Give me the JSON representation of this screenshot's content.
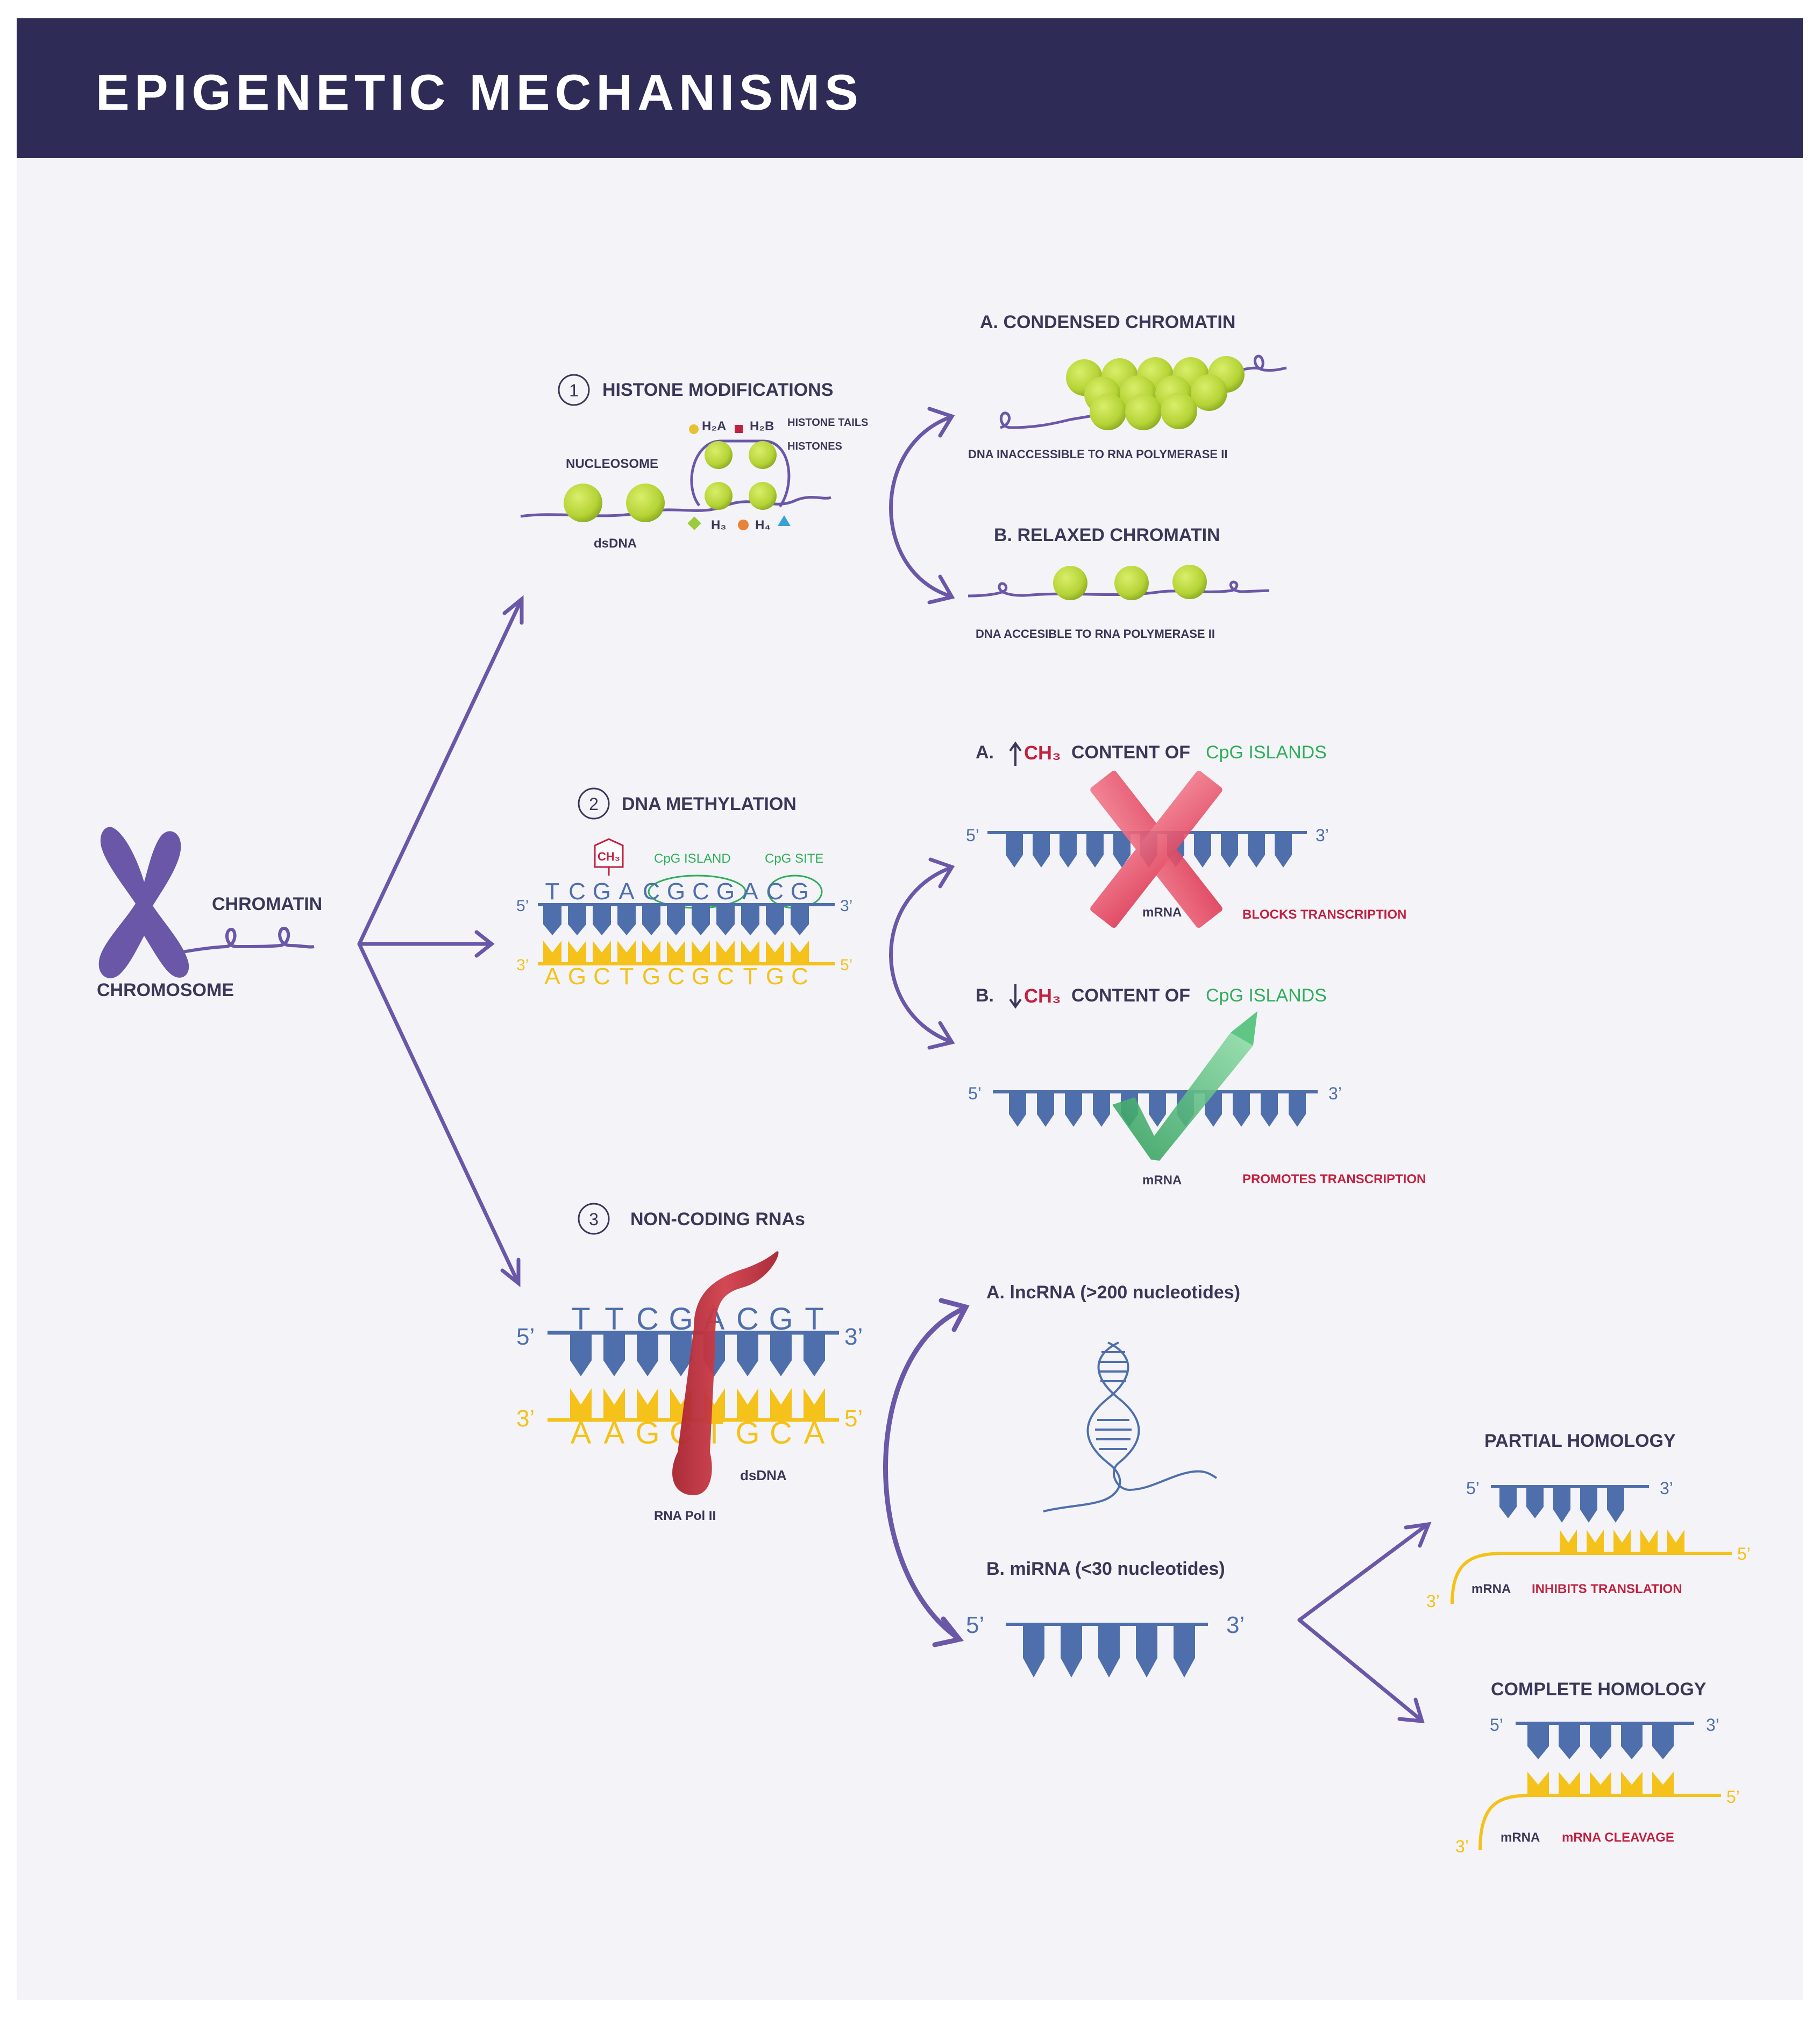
{
  "title": "EPIGENETIC MECHANISMS",
  "colors": {
    "header": "#2e2b57",
    "purple": "#6b57a8",
    "navy": "#3b3758",
    "blue_strand": "#4f6fac",
    "yellow_strand": "#f4c21a",
    "nucleosome": "#b5d336",
    "green_label": "#2fae5a",
    "red_label": "#c2203f",
    "rna_pol": "#c0323f",
    "x_mark": "#e8455e",
    "check_mark": "#3fb36a"
  },
  "chromosome": {
    "chromatin_label": "CHROMATIN",
    "chromosome_label": "CHROMOSOME"
  },
  "histone": {
    "number": "1",
    "heading": "HISTONE MODIFICATIONS",
    "nucleosome_label": "NUCLEOSOME",
    "dsdna_label": "dsDNA",
    "histone_tails_label": "HISTONE TAILS",
    "histones_label": "HISTONES",
    "h2a": "H₂A",
    "h2b": "H₂B",
    "h3": "H₃",
    "h4": "H₄",
    "condensed_heading": "A. CONDENSED CHROMATIN",
    "condensed_caption": "DNA INACCESSIBLE TO RNA POLYMERASE II",
    "relaxed_heading": "B. RELAXED CHROMATIN",
    "relaxed_caption": "DNA ACCESIBLE TO RNA POLYMERASE II"
  },
  "methylation": {
    "number": "2",
    "heading": "DNA METHYLATION",
    "ch3_tag": "CH₃",
    "cpg_island_label": "CpG ISLAND",
    "cpg_site_label": "CpG SITE",
    "top_letters": [
      "T",
      "C",
      "G",
      "A",
      "C",
      "G",
      "C",
      "G",
      "A",
      "C",
      "G"
    ],
    "bottom_letters": [
      "A",
      "G",
      "C",
      "T",
      "G",
      "C",
      "G",
      "C",
      "T",
      "G",
      "C"
    ],
    "prime5": "5’",
    "prime3": "3’",
    "a_label": "A.",
    "b_label": "B.",
    "ch3": "CH₃",
    "content_of": "CONTENT OF",
    "cpg_islands": "CpG ISLANDS",
    "mrna": "mRNA",
    "blocks": "BLOCKS TRANSCRIPTION",
    "promotes": "PROMOTES TRANSCRIPTION"
  },
  "ncrna": {
    "number": "3",
    "heading": "NON-CODING RNAs",
    "top_letters": [
      "T",
      "T",
      "C",
      "G",
      "A",
      "C",
      "G",
      "T"
    ],
    "bottom_letters": [
      "A",
      "A",
      "G",
      "C",
      "T",
      "G",
      "C",
      "A"
    ],
    "dsdna_label": "dsDNA",
    "rnapol_label": "RNA Pol II",
    "lncrna_label": "A. lncRNA (>200 nucleotides)",
    "mirna_label": "B. miRNA (<30 nucleotides)",
    "partial_heading": "PARTIAL HOMOLOGY",
    "partial_mrna": "mRNA",
    "partial_effect": "INHIBITS TRANSLATION",
    "complete_heading": "COMPLETE HOMOLOGY",
    "complete_mrna": "mRNA",
    "complete_effect": "mRNA CLEAVAGE"
  }
}
